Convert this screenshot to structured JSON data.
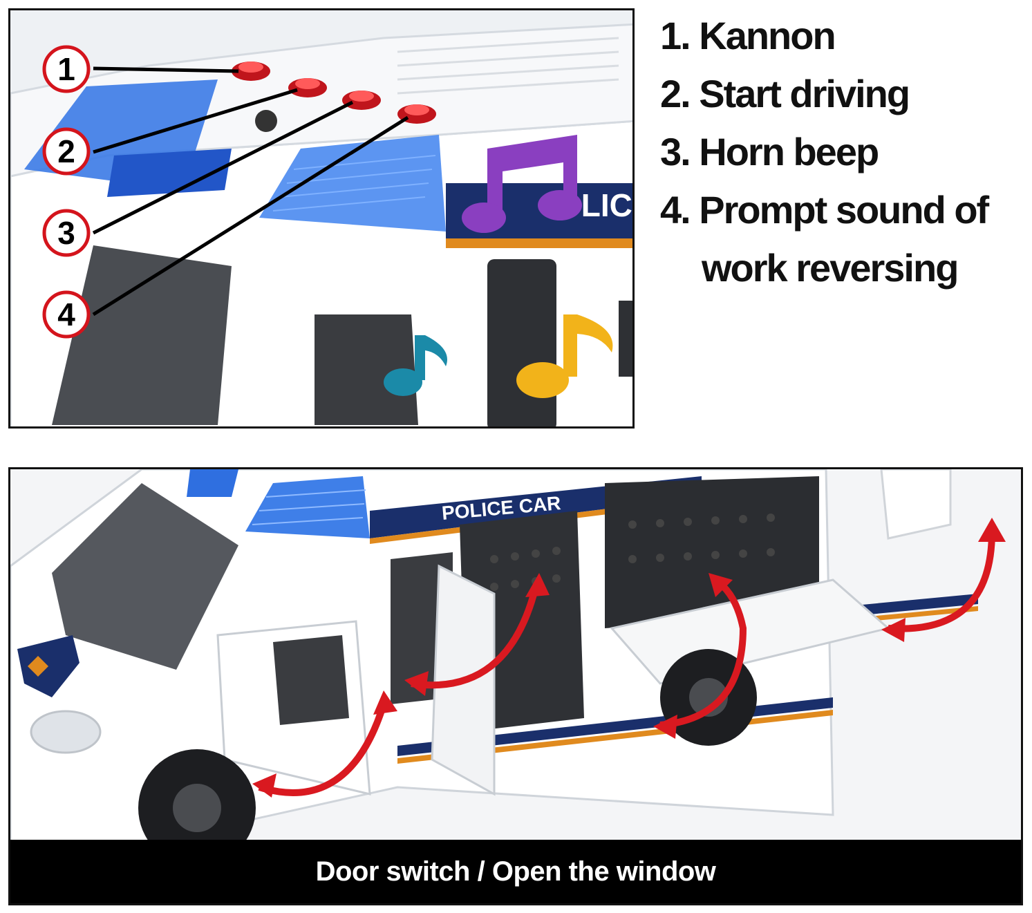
{
  "features": [
    {
      "number": "1",
      "text": "1. Kannon"
    },
    {
      "number": "2",
      "text": "2. Start driving"
    },
    {
      "number": "3",
      "text": "3. Horn beep"
    },
    {
      "number": "4",
      "text": "4. Prompt sound of",
      "text_cont": "work reversing"
    }
  ],
  "top_image": {
    "badges": [
      "1",
      "2",
      "3",
      "4"
    ],
    "side_text": "OLIC"
  },
  "bottom_image": {
    "side_text": "POLICE CAR",
    "caption": "Door switch / Open the window"
  },
  "colors": {
    "badge_red": "#d4141c",
    "arrow_red": "#d91920",
    "light_blue": "#2f6fe0",
    "stripe_navy": "#1a2f6b",
    "stripe_orange": "#e08a1e",
    "note_purple": "#8a3fc0",
    "note_teal": "#1b8aa8",
    "note_yellow": "#f2b31a"
  }
}
